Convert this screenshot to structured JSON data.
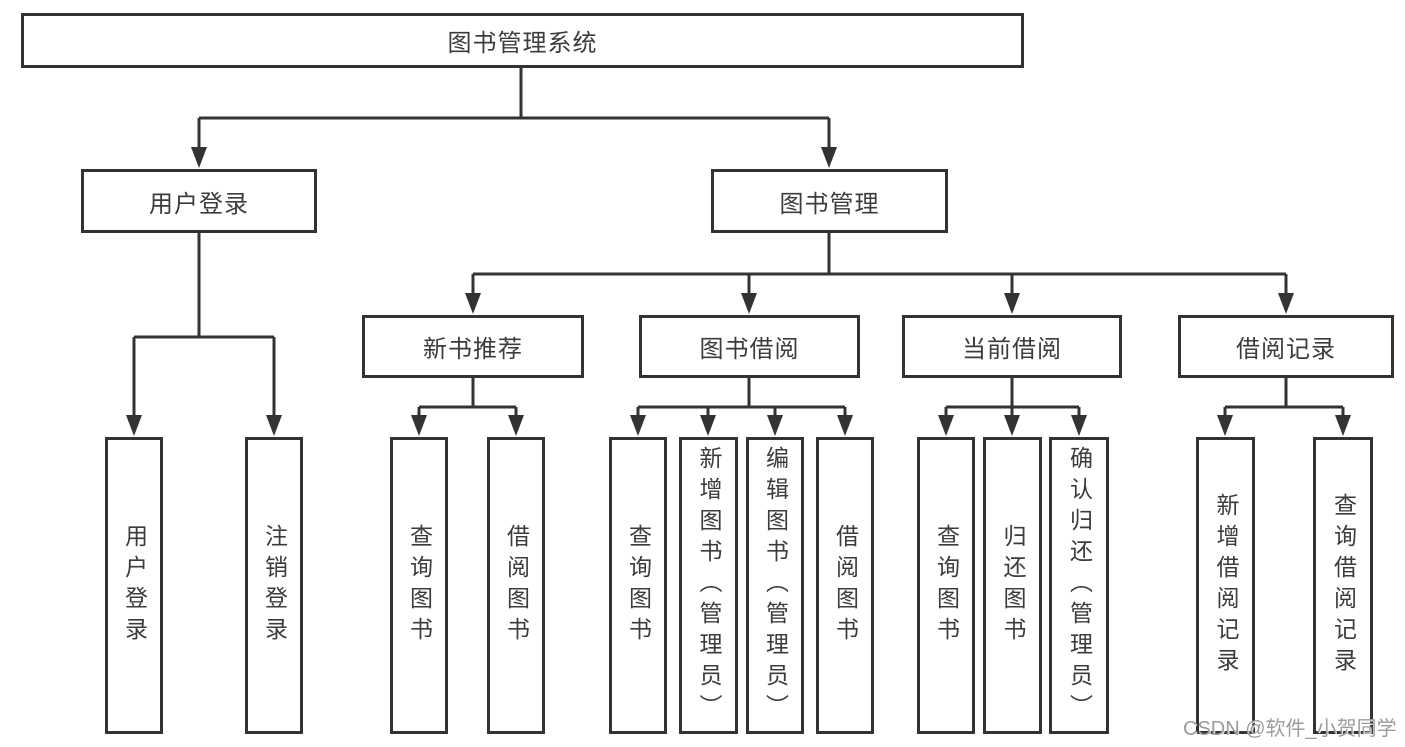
{
  "colors": {
    "line": "#333333",
    "text": "#3c3c3c",
    "watermark": "#9c9c9c",
    "bg": "#ffffff"
  },
  "nodes": {
    "root": "图书管理系统",
    "user_login": "用户登录",
    "book_management": "图书管理",
    "new_book_recommend": "新书推荐",
    "book_borrow": "图书借阅",
    "current_borrow": "当前借阅",
    "borrow_records": "借阅记录",
    "leaves": {
      "user_login": [
        "用户登录",
        "注销登录"
      ],
      "new_book_recommend": [
        "查询图书",
        "借阅图书"
      ],
      "book_borrow": [
        "查询图书",
        "新增图书（管理员）",
        "编辑图书（管理员）",
        "借阅图书"
      ],
      "current_borrow": [
        "查询图书",
        "归还图书",
        "确认归还（管理员）"
      ],
      "borrow_records": [
        "新增借阅记录",
        "查询借阅记录"
      ]
    }
  },
  "watermark": "CSDN @软件_小贺同学"
}
